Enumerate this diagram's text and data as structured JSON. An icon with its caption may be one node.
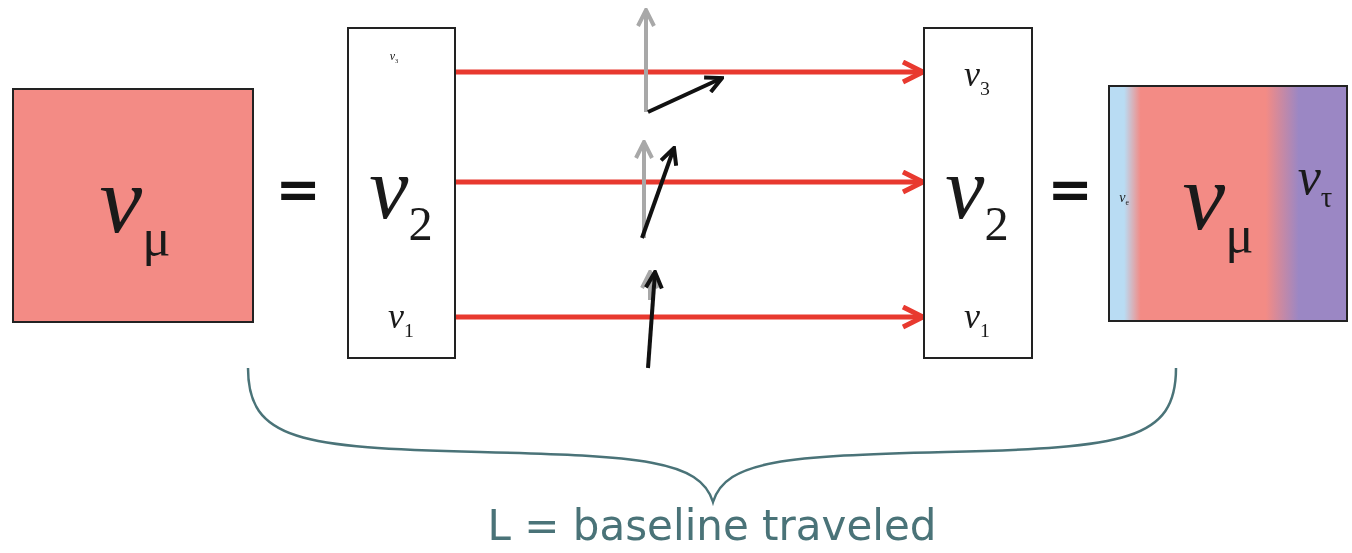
{
  "diagram": {
    "nodes": [
      {
        "text": [
          "ν$_{μ}$"
        ]
      },
      {
        "text": [
          "ν$_{3}$",
          "ν$_{2}$",
          "ν$_{1}$"
        ]
      },
      {
        "text": [
          "ν$_{3}$",
          "ν$_{2}$",
          "ν$_{1}$"
        ]
      },
      {
        "text": [
          "ν$_{e}$",
          "ν$_{μ}$",
          "ν$_{τ}$"
        ]
      }
    ],
    "edges": [
      {
        "from": 1,
        "to": 2,
        "arrow": "to",
        "color": "#e8392f"
      },
      {
        "from": 1,
        "to": 2,
        "arrow": "to",
        "color": "#e8392f"
      },
      {
        "from": 1,
        "to": 2,
        "arrow": "to",
        "color": "#e8392f"
      }
    ],
    "labels": [
      "=",
      "=",
      "L = baseline traveled"
    ]
  }
}
